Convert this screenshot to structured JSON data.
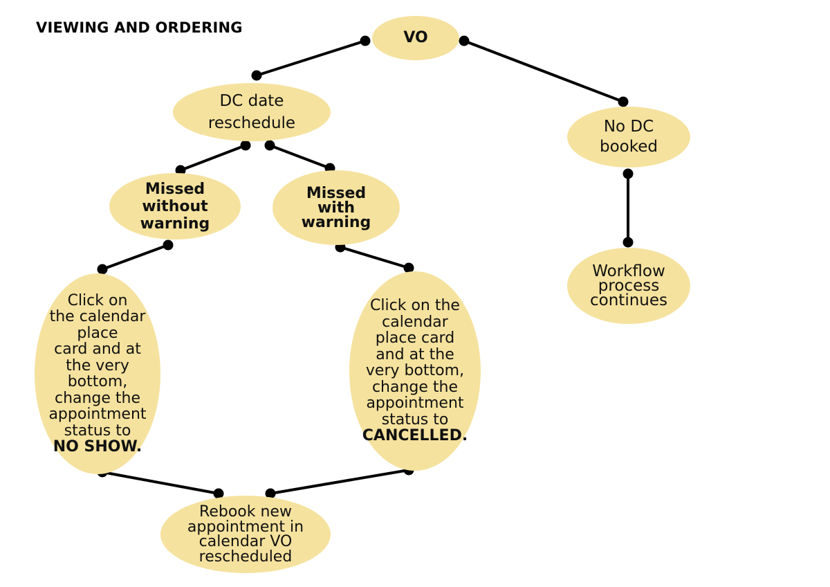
{
  "page": {
    "title": "VIEWING AND ORDERING"
  },
  "colors": {
    "node_fill": "#f5e29e",
    "connector": "#000000"
  },
  "nodes": {
    "vo": {
      "lines": [
        "VO"
      ]
    },
    "dc_reschedule": {
      "lines": [
        "DC date",
        "reschedule"
      ]
    },
    "no_dc_booked": {
      "lines": [
        "No DC",
        "booked"
      ]
    },
    "missed_without_warning": {
      "lines": [
        "Missed",
        "without",
        "warning"
      ]
    },
    "missed_with_warning": {
      "lines": [
        "Missed",
        "with",
        "warning"
      ]
    },
    "workflow_continues": {
      "lines": [
        "Workflow",
        "process",
        "continues"
      ]
    },
    "no_show_instructions": {
      "lines": [
        "Click on",
        "the calendar",
        "place",
        "card and at",
        "the very",
        "bottom,",
        "change the",
        "appointment",
        "status to"
      ],
      "emphasis": "NO SHOW."
    },
    "cancelled_instructions": {
      "lines": [
        "Click on the",
        "calendar",
        "place card",
        "and at the",
        "very bottom,",
        "change the",
        "appointment",
        "status to"
      ],
      "emphasis": "CANCELLED."
    },
    "rebook": {
      "lines": [
        "Rebook new",
        "appointment in",
        "calendar VO",
        "rescheduled"
      ]
    }
  },
  "connections": [
    {
      "from": "vo",
      "to": "dc_reschedule"
    },
    {
      "from": "vo",
      "to": "no_dc_booked"
    },
    {
      "from": "dc_reschedule",
      "to": "missed_without_warning"
    },
    {
      "from": "dc_reschedule",
      "to": "missed_with_warning"
    },
    {
      "from": "no_dc_booked",
      "to": "workflow_continues"
    },
    {
      "from": "missed_without_warning",
      "to": "no_show_instructions"
    },
    {
      "from": "missed_with_warning",
      "to": "cancelled_instructions"
    },
    {
      "from": "no_show_instructions",
      "to": "rebook"
    },
    {
      "from": "cancelled_instructions",
      "to": "rebook"
    }
  ]
}
